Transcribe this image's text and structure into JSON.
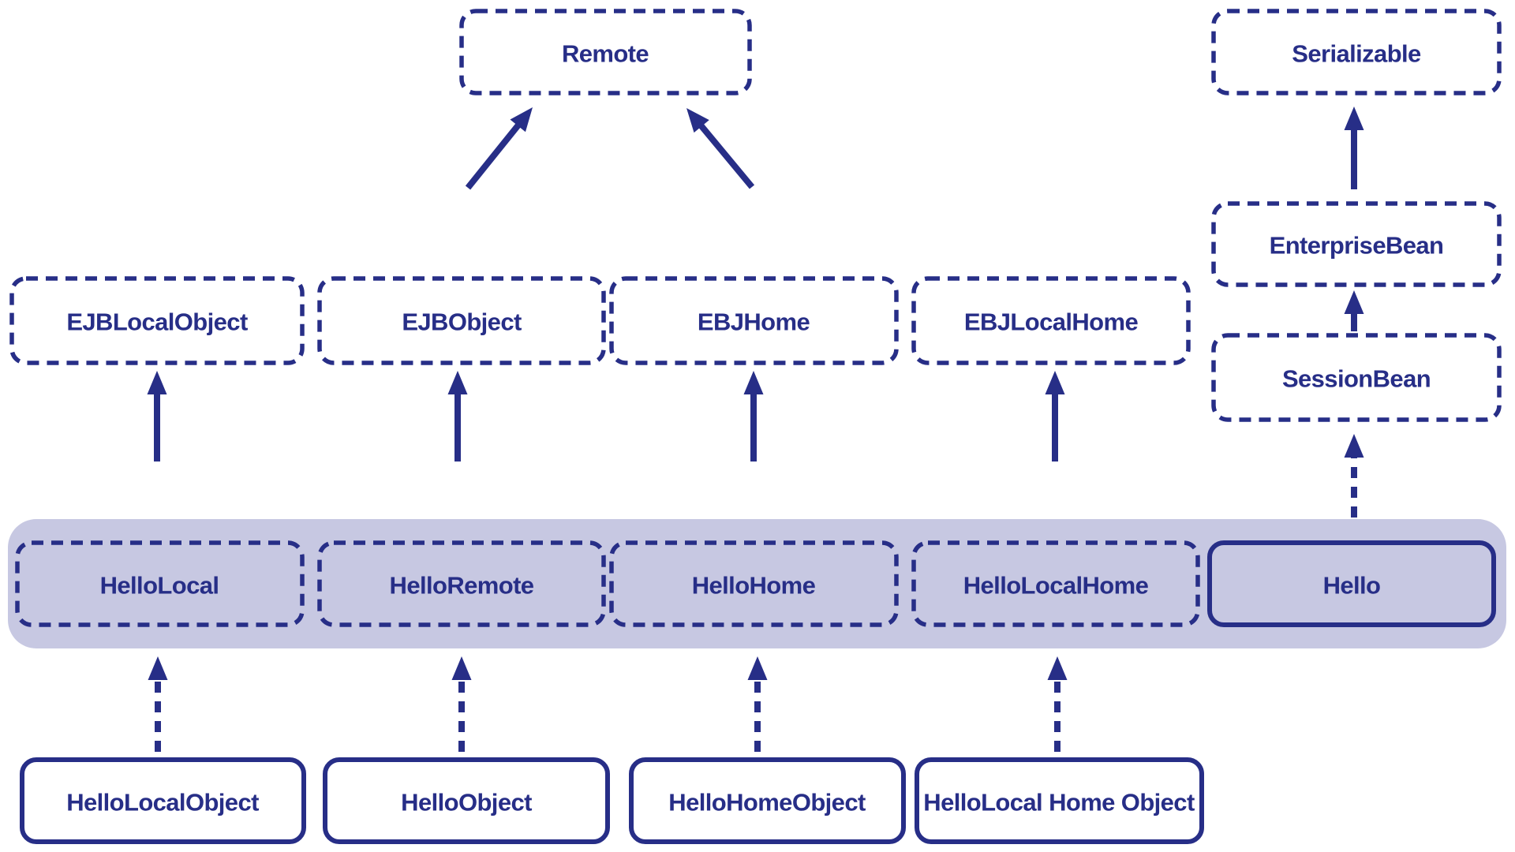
{
  "diagram": {
    "description": "EJB interface and class hierarchy diagram",
    "colors": {
      "navy": "#272e87",
      "lavender": "#c7c8e2",
      "background": "#ffffff"
    },
    "nodes": {
      "remote": {
        "label": "Remote"
      },
      "serializable": {
        "label": "Serializable"
      },
      "ejbLocalObject": {
        "label": "EJBLocalObject"
      },
      "ejbObject": {
        "label": "EJBObject"
      },
      "ebjHome": {
        "label": "EBJHome"
      },
      "ebjLocalHome": {
        "label": "EBJLocalHome"
      },
      "enterpriseBean": {
        "label": "EnterpriseBean"
      },
      "sessionBean": {
        "label": "SessionBean"
      },
      "helloLocal": {
        "label": "HelloLocal"
      },
      "helloRemote": {
        "label": "HelloRemote"
      },
      "helloHome": {
        "label": "HelloHome"
      },
      "helloLocalHome": {
        "label": "HelloLocalHome"
      },
      "hello": {
        "label": "Hello"
      },
      "helloLocalObject": {
        "label": "HelloLocalObject"
      },
      "helloObject": {
        "label": "HelloObject"
      },
      "helloHomeObject": {
        "label": "HelloHomeObject"
      },
      "helloLocalHomeObject": {
        "label": "HelloLocal Home Object"
      }
    },
    "relationships": [
      {
        "from": "ejbObject",
        "to": "remote",
        "style": "solid"
      },
      {
        "from": "ebjHome",
        "to": "remote",
        "style": "solid"
      },
      {
        "from": "enterpriseBean",
        "to": "serializable",
        "style": "solid"
      },
      {
        "from": "sessionBean",
        "to": "enterpriseBean",
        "style": "solid"
      },
      {
        "from": "helloLocal",
        "to": "ejbLocalObject",
        "style": "solid"
      },
      {
        "from": "helloRemote",
        "to": "ejbObject",
        "style": "solid"
      },
      {
        "from": "helloHome",
        "to": "ebjHome",
        "style": "solid"
      },
      {
        "from": "helloLocalHome",
        "to": "ebjLocalHome",
        "style": "solid"
      },
      {
        "from": "hello",
        "to": "sessionBean",
        "style": "dashed"
      },
      {
        "from": "helloLocalObject",
        "to": "helloLocal",
        "style": "dashed"
      },
      {
        "from": "helloObject",
        "to": "helloRemote",
        "style": "dashed"
      },
      {
        "from": "helloHomeObject",
        "to": "helloHome",
        "style": "dashed"
      },
      {
        "from": "helloLocalHomeObject",
        "to": "helloLocalHome",
        "style": "dashed"
      }
    ]
  }
}
